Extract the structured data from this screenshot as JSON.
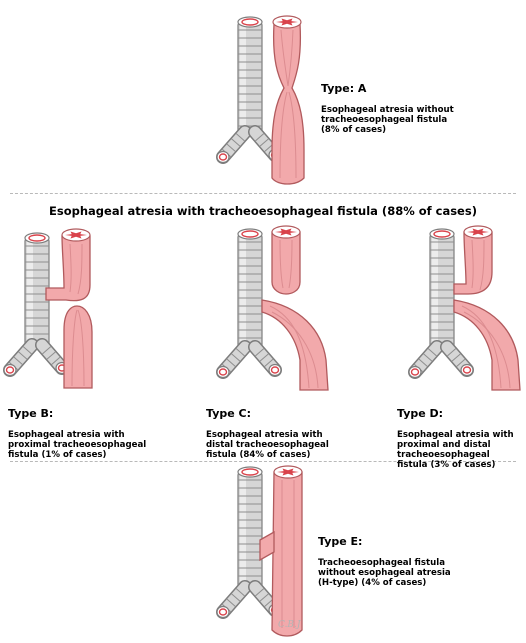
{
  "colors": {
    "esophagus_fill": "#f2a9ab",
    "esophagus_stroke": "#b15a5d",
    "lumen": "#d9434b",
    "trachea_fill": "#d6d6d6",
    "trachea_ring_line": "#8e8e8e",
    "divider": "#b9b9b9"
  },
  "section_heading": "Esophageal atresia with tracheoesophageal fistula (88% of cases)",
  "types": [
    {
      "id": "A",
      "title": "Type: A",
      "description": "Esophageal atresia without\ntracheoesophageal fistula\n(8% of cases)"
    },
    {
      "id": "B",
      "title": "Type B:",
      "description": "Esophageal atresia with\nproximal tracheoesophageal\nfistula (1% of cases)"
    },
    {
      "id": "C",
      "title": "Type C:",
      "description": "Esophageal atresia with\ndistal tracheoesophageal\nfistula (84% of cases)"
    },
    {
      "id": "D",
      "title": "Type D:",
      "description": "Esophageal atresia with\nproximal and distal\ntracheoesophageal\nfistula (3% of cases)"
    },
    {
      "id": "E",
      "title": "Type E:",
      "description": "Tracheoesophageal fistula\nwithout esophageal atresia\n(H-type) (4% of cases)"
    }
  ],
  "artist_signature": "C.B.J"
}
